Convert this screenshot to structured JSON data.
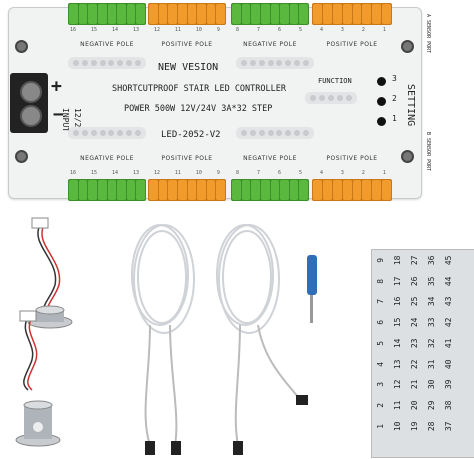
{
  "top_pins_left": [
    "16",
    "15",
    "14",
    "13",
    "12",
    "11",
    "10",
    "9"
  ],
  "top_pins_right": [
    "8",
    "7",
    "6",
    "5",
    "4",
    "3",
    "2",
    "1"
  ],
  "bottom_pins_left": [
    "16",
    "15",
    "14",
    "13",
    "12",
    "11",
    "10",
    "9"
  ],
  "bottom_pins_right": [
    "8",
    "7",
    "6",
    "5",
    "4",
    "3",
    "2",
    "1"
  ],
  "labels": {
    "negative_pole": "NEGATIVE POLE",
    "positive_pole": "POSITIVE POLE",
    "new_version": "NEW VESION",
    "title": "SHORTCUTPROOF STAIR LED CONTROLLER",
    "power": "POWER 500W 12V/24V 3A*32 STEP",
    "model": "LED-2052-V2",
    "function": "FUNCTION",
    "setting": "SETTING",
    "input": "INPUT",
    "voltage": "12/24V",
    "plus": "+",
    "minus": "−",
    "a_sensor": "A SENSOR PORT",
    "b_sensor": "B SENSOR PORT",
    "btn3": "3",
    "btn2": "2",
    "btn1": "1"
  },
  "number_sheet": [
    "9",
    "8",
    "7",
    "6",
    "5",
    "4",
    "3",
    "2",
    "1",
    "18",
    "17",
    "16",
    "15",
    "14",
    "13",
    "12",
    "11",
    "10",
    "27",
    "26",
    "25",
    "24",
    "23",
    "22",
    "21",
    "20",
    "19",
    "36",
    "35",
    "34",
    "33",
    "32",
    "31",
    "30",
    "29",
    "28",
    "45",
    "44",
    "43",
    "42",
    "41",
    "40",
    "39",
    "38",
    "37"
  ],
  "colors": {
    "green_terminal": "#59b83d",
    "orange_terminal": "#f19b2c",
    "board": "#f1f2f2",
    "screwdriver": "#2f6fb8"
  }
}
